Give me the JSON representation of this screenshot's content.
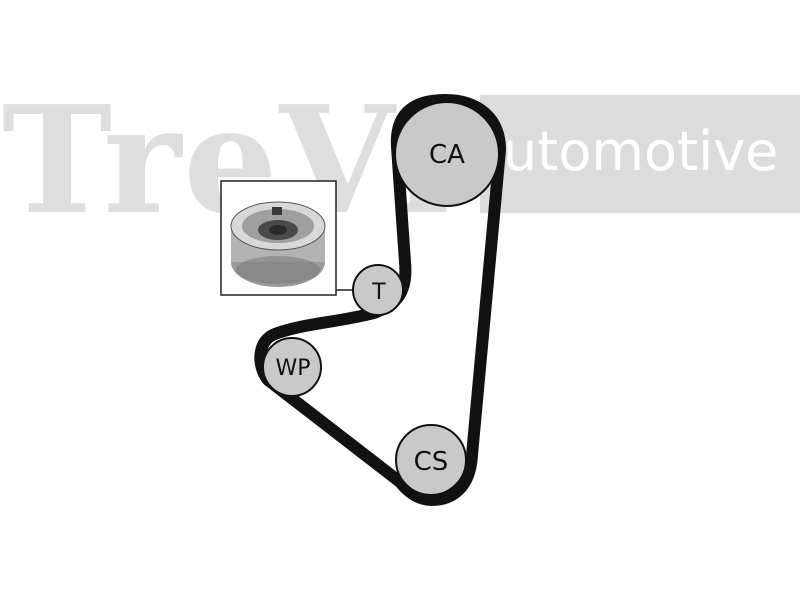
{
  "watermark": {
    "brand": "TreVi",
    "word": "Automotive",
    "colors": {
      "brand_text": "#dedede",
      "banner": "#dcdcdc",
      "banner_text": "#ffffff"
    }
  },
  "pulleys": {
    "camshaft": {
      "label": "CA"
    },
    "tensioner": {
      "label": "T"
    },
    "water_pump": {
      "label": "WP"
    },
    "crankshaft": {
      "label": "CS"
    }
  },
  "tensioner_inset": {
    "icon": "tensioner-roller-photo-icon"
  },
  "colors": {
    "belt": "#111111",
    "pulley_fill": "#c9c9c9",
    "pulley_stroke": "#111111",
    "background": "#ffffff"
  }
}
